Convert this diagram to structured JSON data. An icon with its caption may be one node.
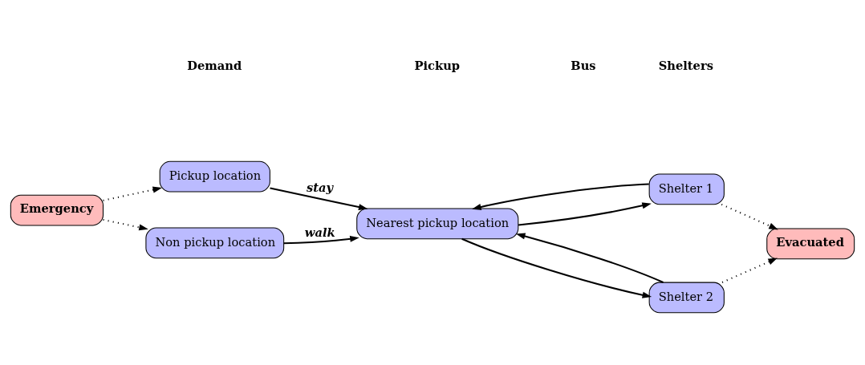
{
  "diagram": {
    "nodes": [
      {
        "text": [
          "Emergency"
        ]
      },
      {
        "text": [
          "Pickup location"
        ]
      },
      {
        "text": [
          "Non pickup location"
        ]
      },
      {
        "text": [
          "Nearest pickup location"
        ]
      },
      {
        "text": [
          "Shelter 1"
        ]
      },
      {
        "text": [
          "Shelter 2"
        ]
      },
      {
        "text": [
          "Evacuated"
        ]
      }
    ],
    "edges": [
      {
        "from": 0,
        "to": 1,
        "arrow": "to",
        "style": "dashed"
      },
      {
        "from": 0,
        "to": 2,
        "arrow": "to",
        "style": "dashed"
      },
      {
        "from": 1,
        "to": 3,
        "arrow": "to",
        "label": "stay"
      },
      {
        "from": 2,
        "to": 3,
        "arrow": "to",
        "label": "walk"
      },
      {
        "from": 3,
        "to": 4,
        "arrow": "to"
      },
      {
        "from": 4,
        "to": 3,
        "arrow": "to"
      },
      {
        "from": 3,
        "to": 5,
        "arrow": "to"
      },
      {
        "from": 5,
        "to": 3,
        "arrow": "to"
      },
      {
        "from": 4,
        "to": 6,
        "arrow": "to",
        "style": "dashed"
      },
      {
        "from": 5,
        "to": 6,
        "arrow": "to",
        "style": "dashed"
      }
    ],
    "labels": [
      "Demand",
      "Pickup",
      "Bus",
      "Shelters"
    ]
  }
}
